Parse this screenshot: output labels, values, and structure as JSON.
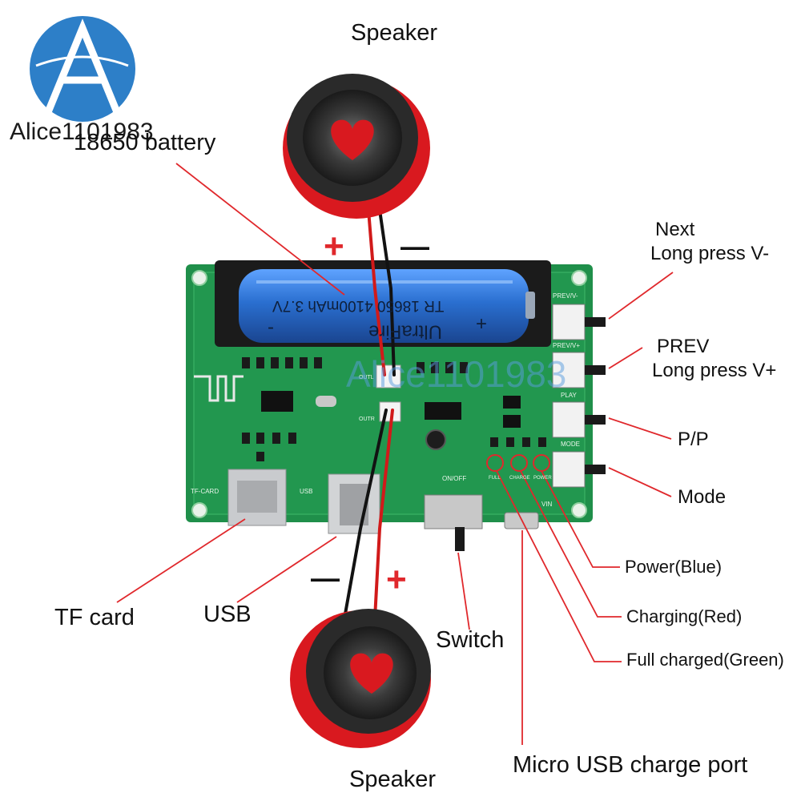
{
  "watermark": {
    "brand": "Alice1101983",
    "overlay": "Alice1101983"
  },
  "colors": {
    "callout": "#e0282c",
    "pcb": "#1f8f4a",
    "battery": "#2a6fd0",
    "speaker_rim": "#d9191f",
    "logo": "#2d7fc8"
  },
  "battery": {
    "print_line1": "TR 18650 4100mAh 3.7V",
    "print_line2": "UltraFire",
    "plus": "+",
    "minus": "-"
  },
  "polarity": {
    "top_plus": "+",
    "top_minus": "—",
    "bottom_minus": "—",
    "bottom_plus": "+"
  },
  "board_silkscreen": {
    "prev_v_minus": "PREV/V-",
    "prev_v_plus": "PREV/V+",
    "play": "PLAY",
    "mode": "MODE",
    "tf_card": "TF-CARD",
    "usb": "USB",
    "on_off": "ON/OFF",
    "vin": "VIN",
    "full": "FULL",
    "charge": "CHARGE",
    "power": "POWER",
    "outl": "OUTL",
    "outr": "OUTR"
  },
  "labels": {
    "speaker_top": "Speaker",
    "battery": "18650 battery",
    "next_line1": "Next",
    "next_line2": "Long press V-",
    "prev_line1": "PREV",
    "prev_line2": "Long press V+",
    "pp": "P/P",
    "mode": "Mode",
    "power": "Power(Blue)",
    "charging": "Charging(Red)",
    "full_charged": "Full charged(Green)",
    "tf_card": "TF card",
    "usb": "USB",
    "switch": "Switch",
    "micro_usb": "Micro USB charge port",
    "speaker_bottom": "Speaker"
  }
}
